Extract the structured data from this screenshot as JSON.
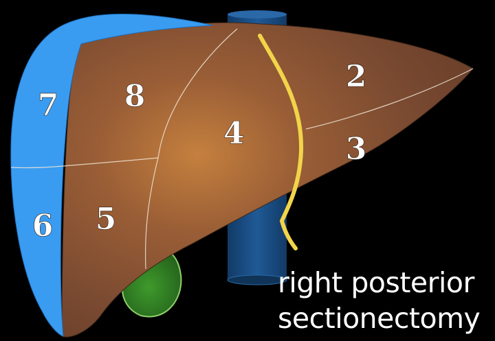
{
  "segments": {
    "s2": "2",
    "s3": "3",
    "s4": "4",
    "s5": "5",
    "s6": "6",
    "s7": "7",
    "s8": "8"
  },
  "caption": {
    "line1": "right posterior",
    "line2": "sectionectomy"
  },
  "colors": {
    "background": "#000000",
    "liver": "#7a4a30",
    "resected_sections": "#3399ee",
    "vena_cava": "#1b4e86",
    "gallbladder": "#3d8f2a",
    "falciform_line": "#f2d44a",
    "label_text": "#ffffff"
  }
}
